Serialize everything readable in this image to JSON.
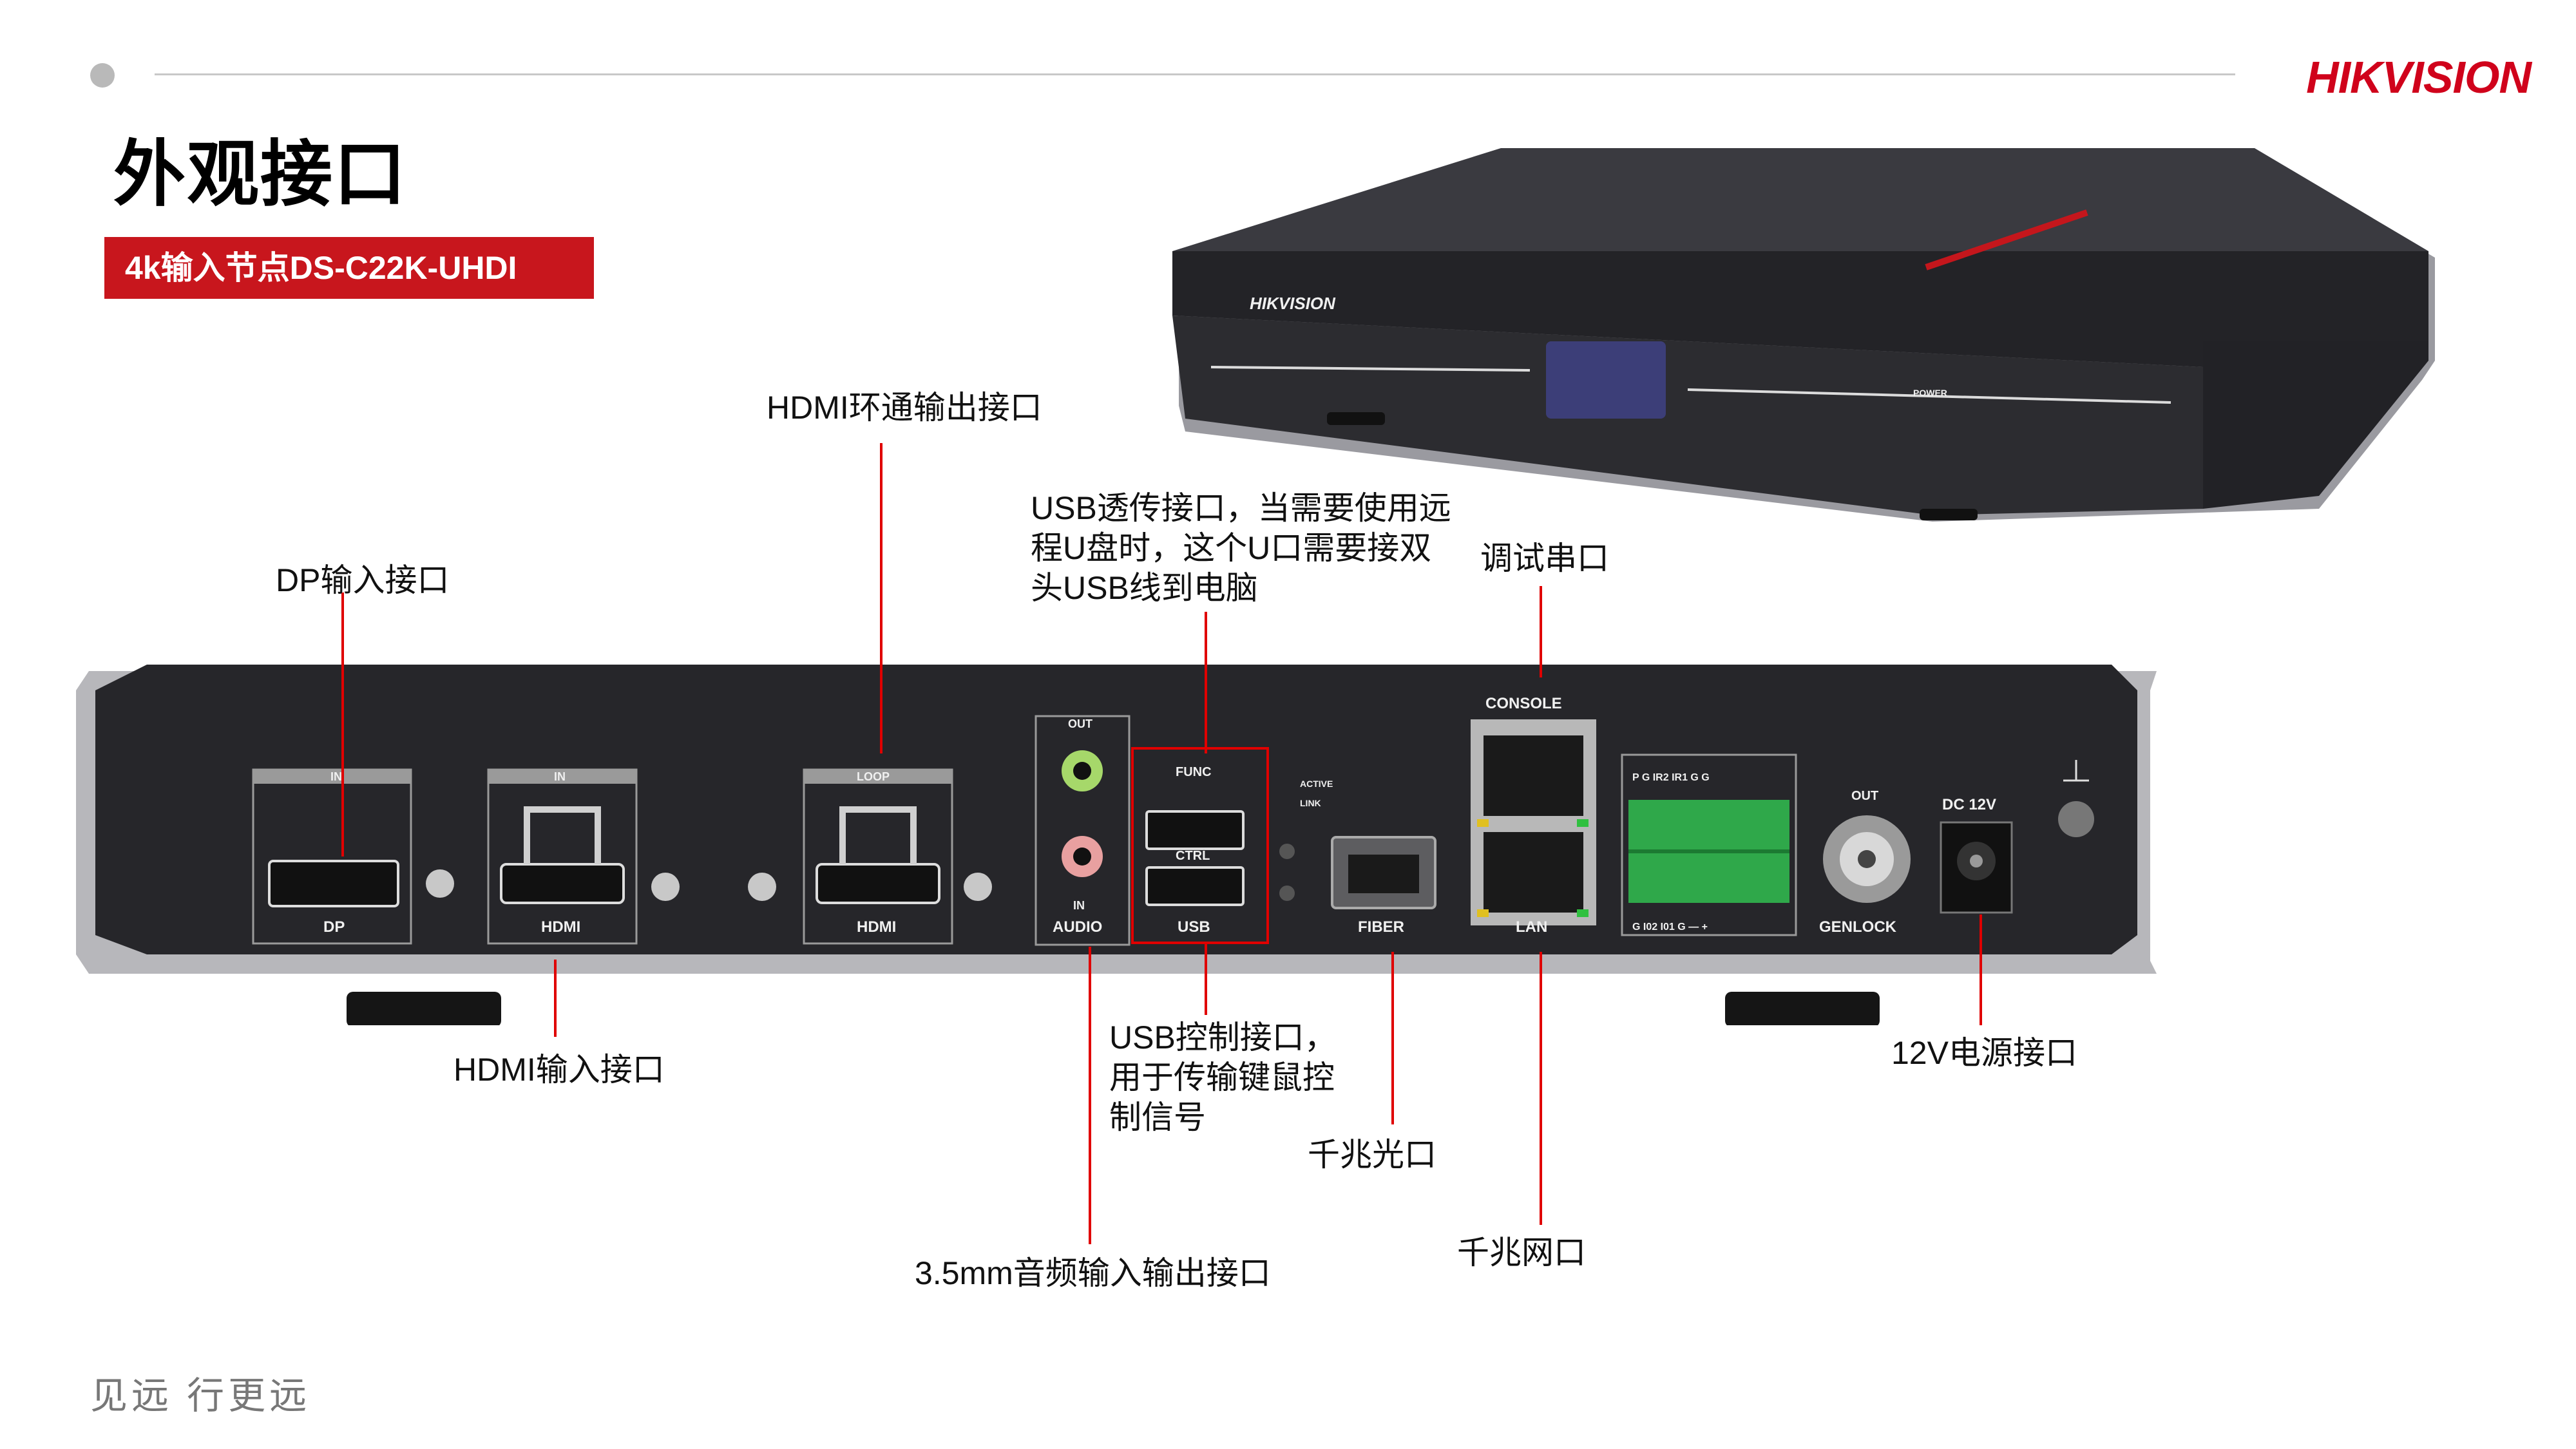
{
  "brand": {
    "logo_left": "HIK",
    "logo_right": "VISION"
  },
  "page": {
    "title": "外观接口",
    "subtitle_badge": "4k输入节点DS-C22K-UHDI",
    "slogan": "见远 行更远"
  },
  "device_front": {
    "logo": "HIKVISION",
    "power_label": "POWER"
  },
  "device_rear": {
    "ports": {
      "dp_top": "IN",
      "dp_bottom": "DP",
      "hdmi_in_top": "IN",
      "hdmi_in_bottom": "HDMI",
      "loop_top": "LOOP",
      "loop_bottom": "HDMI",
      "audio_top": "OUT",
      "audio_mid": "IN",
      "audio_bottom": "AUDIO",
      "usb_func": "FUNC",
      "usb_ctrl": "CTRL",
      "usb_bottom": "USB",
      "active": "ACTIVE",
      "link": "LINK",
      "fiber": "FIBER",
      "console": "CONSOLE",
      "lan": "LAN",
      "terminal_top": "P  G  IR2  IR1  G  G",
      "terminal_bottom": "G  I02  I01  G  —  +",
      "genlock_top": "OUT",
      "genlock": "GENLOCK",
      "dc": "DC 12V"
    }
  },
  "annotations": {
    "hdmi_loop": "HDMI环通输出接口",
    "usb_pass": [
      "USB透传接口，当需要使用远",
      "程U盘时，这个U口需要接双",
      "头USB线到电脑"
    ],
    "dp_in": "DP输入接口",
    "console": "调试串口",
    "hdmi_in": "HDMI输入接口",
    "usb_ctrl": [
      "USB控制接口，",
      "用于传输键鼠控",
      "制信号"
    ],
    "fiber": "千兆光口",
    "power": "12V电源接口",
    "lan": "千兆网口",
    "audio": "3.5mm音频输入输出接口"
  },
  "colors": {
    "accent": "#c8161d",
    "annotation_line": "#e00000",
    "device_body": "#2a2a2e",
    "device_frame": "#b8b8bc"
  }
}
